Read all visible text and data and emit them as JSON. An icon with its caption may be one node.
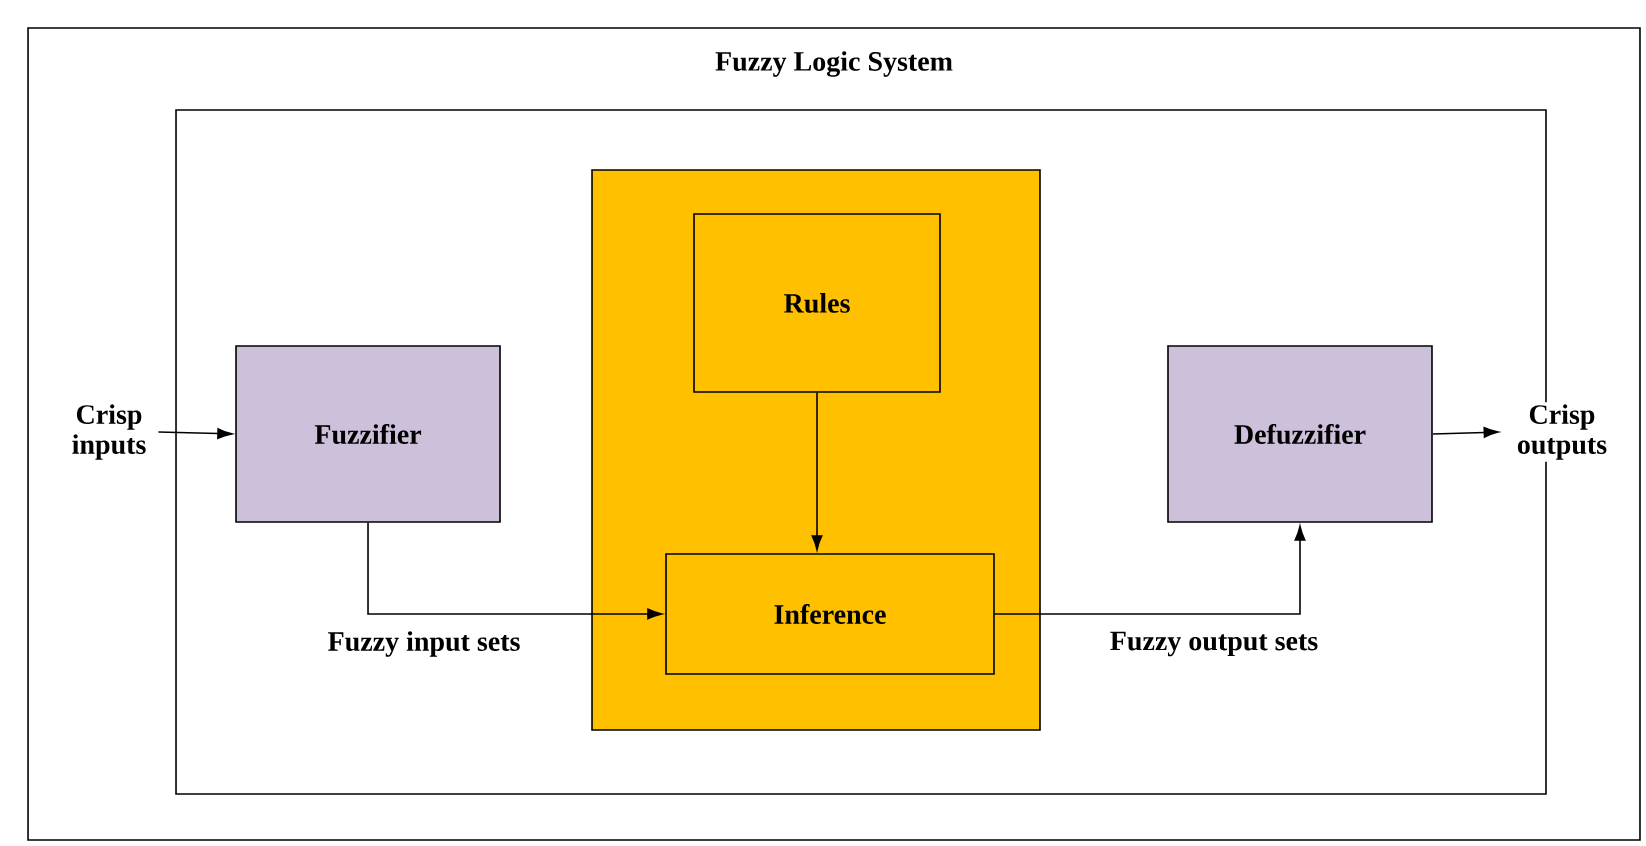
{
  "diagram": {
    "nodes": [
      {
        "text": [
          "Fuzzy Logic System"
        ]
      },
      {
        "text": [],
        "shape": "box",
        "in": 0
      },
      {
        "text": [],
        "shape": "box",
        "in": 1
      },
      {
        "text": [
          "Rules"
        ],
        "in": 2
      },
      {
        "text": [
          "Inference"
        ],
        "in": 2
      },
      {
        "text": [
          "Fuzzifier"
        ],
        "in": 1
      },
      {
        "text": [
          "Defuzzifier"
        ],
        "in": 1
      },
      {
        "text": [
          "Crisp inputs"
        ],
        "in": 0
      },
      {
        "text": [
          "Crisp outputs"
        ],
        "in": 0
      }
    ],
    "edges": [
      {
        "from": 7,
        "to": 5,
        "arrow": "to"
      },
      {
        "from": 5,
        "to": 4,
        "arrow": "to",
        "label": "Fuzzy input sets"
      },
      {
        "from": 3,
        "to": 4,
        "arrow": "to"
      },
      {
        "from": 4,
        "to": 6,
        "arrow": "to",
        "label": "Fuzzy output sets"
      },
      {
        "from": 6,
        "to": 8,
        "arrow": "to"
      }
    ]
  }
}
